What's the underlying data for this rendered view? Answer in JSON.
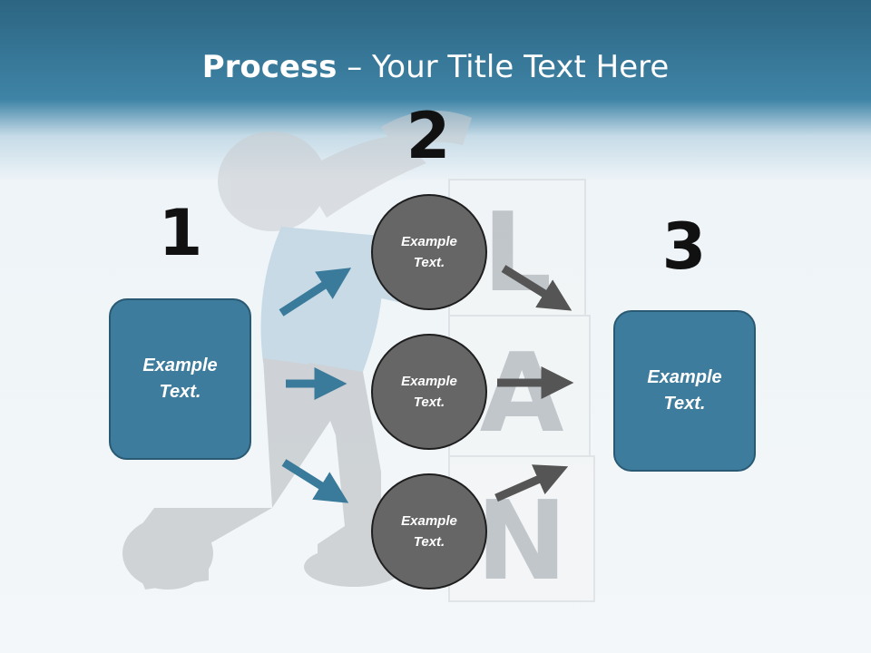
{
  "title": {
    "strong": "Process",
    "rest": " – Your Title Text Here"
  },
  "steps": {
    "one": {
      "number": "1",
      "box_text": "Example Text."
    },
    "two": {
      "number": "2",
      "circles": [
        "Example Text.",
        "Example Text.",
        "Example Text."
      ]
    },
    "three": {
      "number": "3",
      "box_text": "Example Text."
    }
  },
  "background": {
    "block_letters": [
      "L",
      "A",
      "N"
    ]
  },
  "colors": {
    "header": "#3f84a6",
    "box_fill": "#3d7c9c",
    "circle_fill": "#666666",
    "blue_arrow": "#3a7a9a",
    "gray_arrow": "#555555"
  }
}
